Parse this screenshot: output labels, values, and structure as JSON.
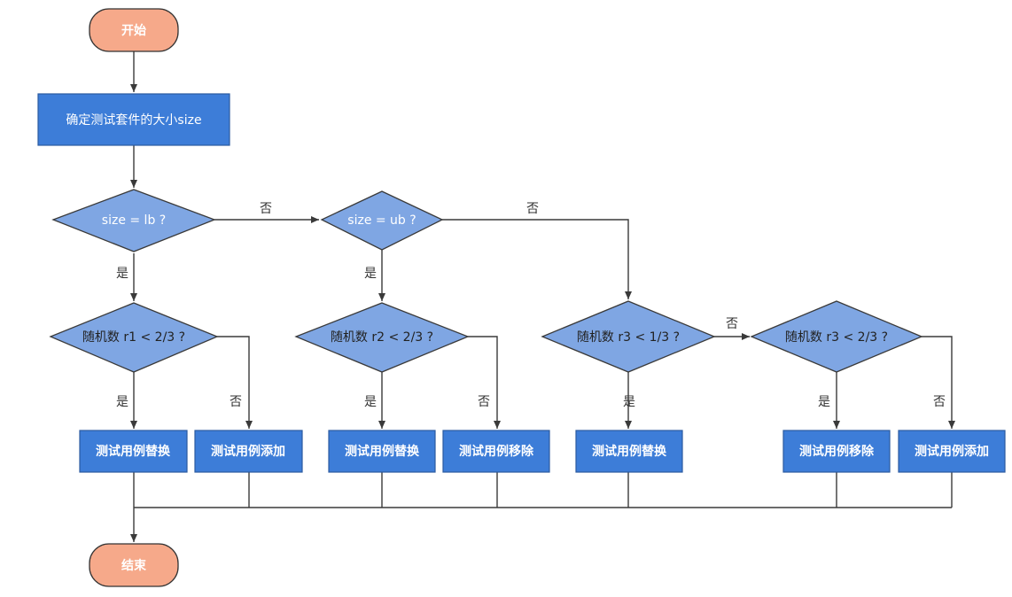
{
  "diagram": {
    "start": "开始",
    "end": "结束",
    "step_size": "确定测试套件的大小size",
    "decisions": {
      "d_lb": "size = lb ?",
      "d_ub": "size = ub ?",
      "d_r1": "随机数 r1 < 2/3 ?",
      "d_r2": "随机数 r2 < 2/3 ?",
      "d_r3a": "随机数 r3 < 1/3 ?",
      "d_r3b": "随机数 r3 < 2/3 ?"
    },
    "actions": {
      "a1": "测试用例替换",
      "a2": "测试用例添加",
      "a3": "测试用例替换",
      "a4": "测试用例移除",
      "a5": "测试用例替换",
      "a6": "测试用例移除",
      "a7": "测试用例添加"
    },
    "edge_labels": {
      "lb_no": "否",
      "ub_no": "否",
      "lb_yes": "是",
      "ub_yes": "是",
      "r1_yes": "是",
      "r1_no": "否",
      "r2_yes": "是",
      "r2_no": "否",
      "r3a_yes": "是",
      "r3a_no": "否",
      "r3b_yes": "是",
      "r3b_no": "否"
    },
    "colors": {
      "terminal": "#f6a98a",
      "process": "#3d7dd8",
      "decision": "#7fa6e3"
    }
  }
}
